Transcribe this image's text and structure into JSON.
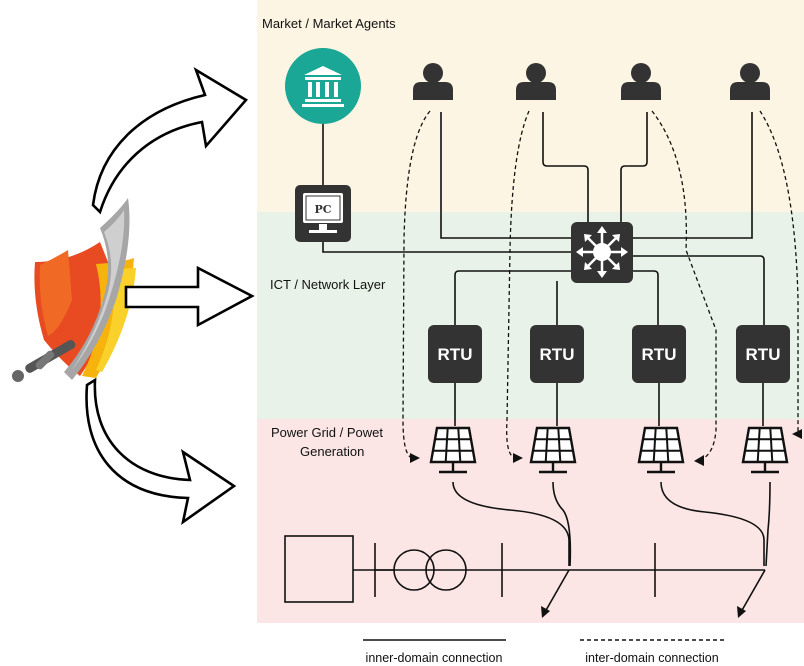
{
  "layers": {
    "market": {
      "label": "Market / Market Agents",
      "color": "#fdf5e3"
    },
    "ict": {
      "label": "ICT / Network Layer",
      "color": "#e9f2e9"
    },
    "grid": {
      "label_line1": "Power Grid / Powet",
      "label_line2": "Generation",
      "color": "#fbe5e5"
    }
  },
  "nodes": {
    "market_operator_icon": "bank-icon",
    "agent_icon": "user-icon",
    "pc_label": "PC",
    "switch_icon": "network-switch-icon",
    "rtu_label": "RTU",
    "solar_icon": "solar-panel-icon",
    "transformer_icon": "transformer-icon",
    "generator_icon": "generator-box"
  },
  "legend": {
    "inner": "inner-domain connection",
    "inter": "inter-domain connection"
  },
  "colors": {
    "device_dark": "#333333",
    "bank_teal": "#1aa795",
    "shield_red": "#e23a22",
    "shield_orange": "#f08a1c",
    "shield_yellow": "#f7c600",
    "sword_gray": "#9a9a9a"
  }
}
